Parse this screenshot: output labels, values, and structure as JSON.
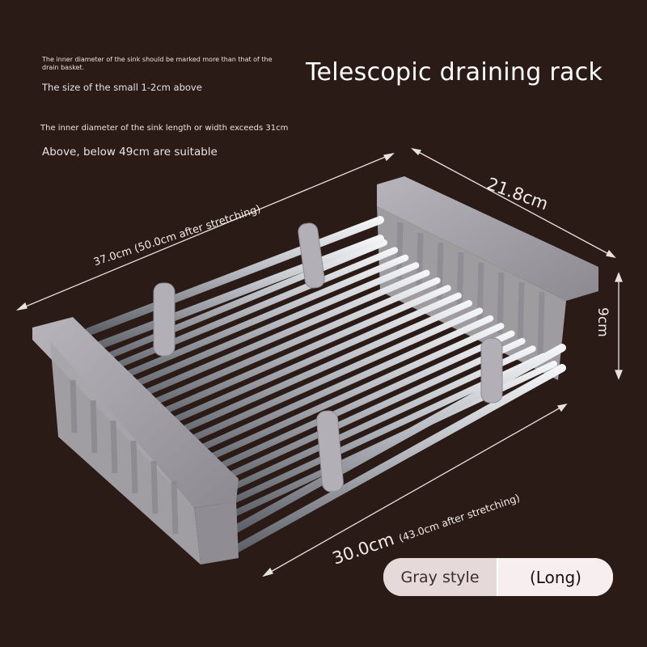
{
  "notes": {
    "line1": "The inner diameter of the sink should be marked more than that of the drain basket.",
    "line2": "The size of the small 1-2cm above",
    "line3": "The inner diameter of the sink length or width exceeds 31cm",
    "line4": "Above, below 49cm are suitable"
  },
  "title": "Telescopic draining rack",
  "dimensions": {
    "top": "37.0cm (50.0cm after stretching)",
    "width": "21.8cm",
    "height": "9cm",
    "bottom_main": "30.0cm",
    "bottom_note": "(43.0cm after stretching)"
  },
  "badge": {
    "style": "Gray style",
    "variant": "(Long)"
  },
  "colors": {
    "background": "#2b1b17",
    "frame": "#9c9aa0",
    "rod": "#c9cbcf"
  }
}
